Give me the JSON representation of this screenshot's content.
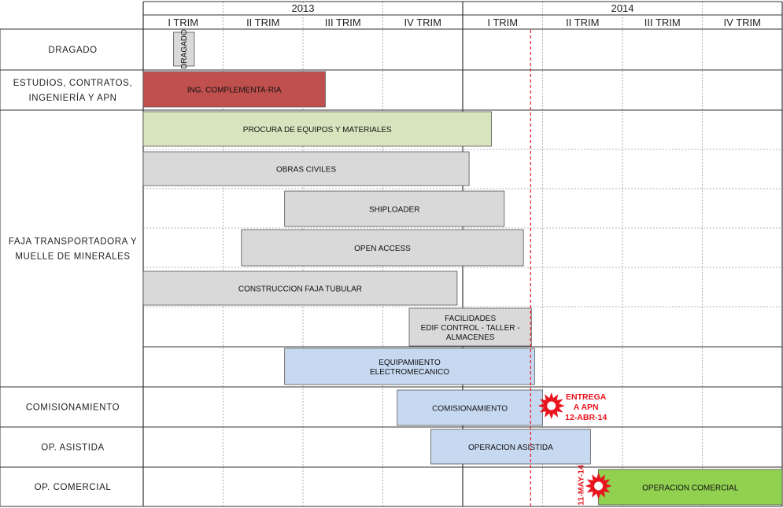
{
  "chart_data": {
    "type": "gantt",
    "years": [
      {
        "label": "2013",
        "quarters": [
          "I TRIM",
          "II TRIM",
          "III TRIM",
          "IV TRIM"
        ]
      },
      {
        "label": "2014",
        "quarters": [
          "I TRIM",
          "II TRIM",
          "III TRIM",
          "IV TRIM"
        ]
      }
    ],
    "time_unit": "quarter (start of 2013 = 0)",
    "groups": [
      {
        "label": "DRAGADO",
        "lines": [
          "DRAGADO"
        ]
      },
      {
        "label": "ESTUDIOS, CONTRATOS, INGENIERÍA Y APN",
        "lines": [
          "ESTUDIOS, CONTRATOS,",
          "INGENIERÍA Y APN"
        ]
      },
      {
        "label": "FAJA TRANSPORTADORA Y MUELLE DE MINERALES",
        "lines": [
          "FAJA TRANSPORTADORA Y",
          "MUELLE DE MINERALES"
        ]
      },
      {
        "label": "COMISIONAMIENTO",
        "lines": [
          "COMISIONAMIENTO"
        ]
      },
      {
        "label": "OP. ASISTIDA",
        "lines": [
          "OP. ASISTIDA"
        ]
      },
      {
        "label": "OP. COMERCIAL",
        "lines": [
          "OP. COMERCIAL"
        ]
      }
    ],
    "tasks": [
      {
        "group": "DRAGADO",
        "label": "DRAGADO",
        "lines": [
          "DRAGADO"
        ],
        "start": 0.38,
        "end": 0.64,
        "color": "#d9d9d9",
        "vertical_label": true
      },
      {
        "group": "ESTUDIOS, CONTRATOS, INGENIERÍA Y APN",
        "label": "ING. COMPLEMENTA-RIA",
        "lines": [
          "ING. COMPLEMENTA-RIA"
        ],
        "start": 0.0,
        "end": 2.28,
        "color": "#c0504d"
      },
      {
        "group": "FAJA TRANSPORTADORA Y MUELLE DE MINERALES",
        "label": "PROCURA DE EQUIPOS Y MATERIALES",
        "lines": [
          "PROCURA DE EQUIPOS Y MATERIALES"
        ],
        "start": 0.0,
        "end": 4.36,
        "color": "#d7e4bd"
      },
      {
        "group": "FAJA TRANSPORTADORA Y MUELLE DE MINERALES",
        "label": "OBRAS CIVILES",
        "lines": [
          "OBRAS CIVILES"
        ],
        "start": 0.0,
        "end": 4.08,
        "color": "#d9d9d9"
      },
      {
        "group": "FAJA TRANSPORTADORA Y MUELLE DE MINERALES",
        "label": "SHIPLOADER",
        "lines": [
          "SHIPLOADER"
        ],
        "start": 1.77,
        "end": 4.52,
        "color": "#d9d9d9"
      },
      {
        "group": "FAJA TRANSPORTADORA Y MUELLE DE MINERALES",
        "label": "OPEN ACCESS",
        "lines": [
          "OPEN ACCESS"
        ],
        "start": 1.23,
        "end": 4.76,
        "color": "#d9d9d9"
      },
      {
        "group": "FAJA TRANSPORTADORA Y MUELLE DE MINERALES",
        "label": "CONSTRUCCION FAJA TUBULAR",
        "lines": [
          "CONSTRUCCION FAJA TUBULAR"
        ],
        "start": 0.0,
        "end": 3.93,
        "color": "#d9d9d9"
      },
      {
        "group": "FAJA TRANSPORTADORA Y MUELLE DE MINERALES",
        "label": "FACILIDADES EDIF CONTROL - TALLER - ALMACENES",
        "lines": [
          "FACILIDADES",
          "EDIF CONTROL - TALLER -",
          "ALMACENES"
        ],
        "start": 3.33,
        "end": 4.86,
        "color": "#d9d9d9"
      },
      {
        "group": "FAJA TRANSPORTADORA Y MUELLE DE MINERALES",
        "label": "EQUIPAMIIENTO ELECTROMECANICO",
        "lines": [
          "EQUIPAMIIENTO",
          "ELECTROMECANICO"
        ],
        "start": 1.77,
        "end": 4.9,
        "color": "#c6d9f1"
      },
      {
        "group": "COMISIONAMIENTO",
        "label": "COMISIONAMIENTO",
        "lines": [
          "COMISIONAMIENTO"
        ],
        "start": 3.18,
        "end": 5.0,
        "color": "#c6d9f1"
      },
      {
        "group": "OP. ASISTIDA",
        "label": "OPERACION ASISTIDA",
        "lines": [
          "OPERACION ASISTIDA"
        ],
        "start": 3.6,
        "end": 5.6,
        "color": "#c6d9f1"
      },
      {
        "group": "OP. COMERCIAL",
        "label": "OPERACION COMERCIAL",
        "lines": [
          "OPERACION COMERCIAL"
        ],
        "start": 5.7,
        "end": 8.0,
        "color": "#92d050"
      }
    ],
    "milestones": [
      {
        "label": "ENTREGA A APN 12-ABR-14",
        "lines": [
          "ENTREGA",
          "A APN",
          "12-ABR-14"
        ],
        "date": "2014-04-12",
        "x": 5.11,
        "group": "COMISIONAMIENTO",
        "color": "#e8141e"
      },
      {
        "label": "11-MAY-14",
        "lines": [
          "11-MAY-14"
        ],
        "date": "2014-05-11",
        "x": 5.7,
        "group": "OP. COMERCIAL",
        "color": "#e8141e",
        "vertical_label": true
      }
    ],
    "reference_line": {
      "date": "2014-03-15",
      "x": 4.85,
      "style": "dashed",
      "color": "#e8141e"
    },
    "grid": true
  }
}
